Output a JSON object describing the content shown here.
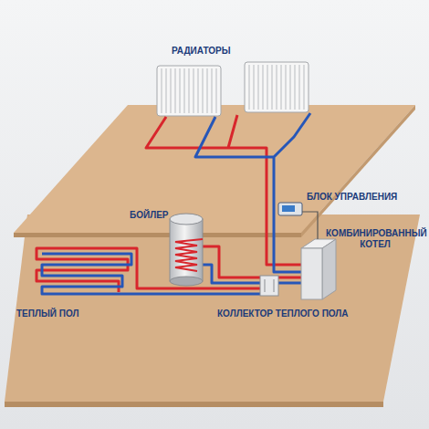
{
  "diagram": {
    "labels": [
      "РАДИАТОРЫ",
      "БЛОК УПРАВЛЕНИЯ",
      "КОМБИНИРОВАННЫЙ КОТЕЛ",
      "БОЙЛЕР",
      "ТЕПЛЫЙ ПОЛ",
      "КОЛЛЕКТОР ТЕПЛОГО ПОЛА"
    ]
  }
}
